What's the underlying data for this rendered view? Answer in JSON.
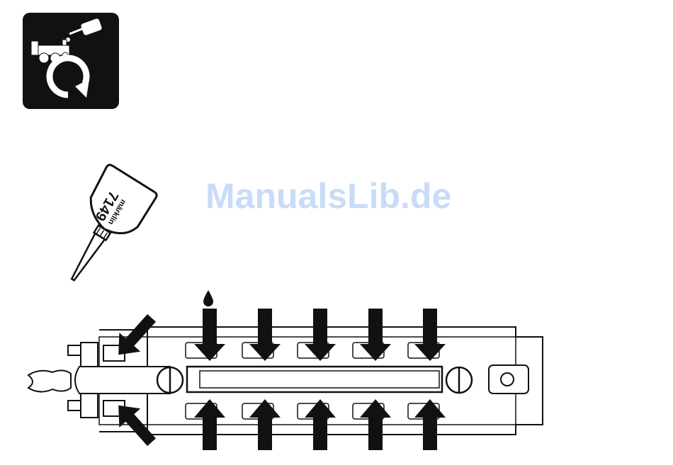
{
  "watermark": {
    "text": "ManualsLib.de"
  },
  "bottle": {
    "brand": "märklin",
    "number": "7149"
  },
  "service_icon": {
    "name": "lubrication-maintenance-icon"
  },
  "arrows": {
    "top_count": 5,
    "bottom_count": 5,
    "side_count": 2
  },
  "colors": {
    "ink": "#111111",
    "paper": "#ffffff",
    "watermark": "#c9dcf7"
  }
}
